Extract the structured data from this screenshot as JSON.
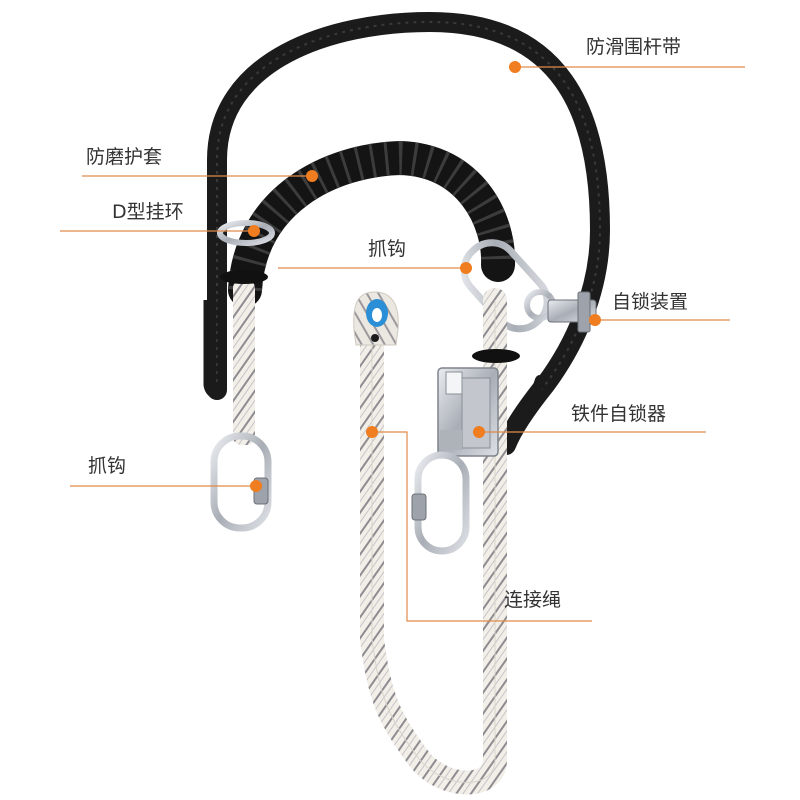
{
  "colors": {
    "accent": "#f07d1f",
    "leader_line": "#e08a4a",
    "text": "#333333",
    "strap": "#1b1b1b",
    "rope": "#f2efe9",
    "rope_pattern": "#3a3a48",
    "metal": "#b4b8bf"
  },
  "labels": {
    "pole_strap": "防滑围杆带",
    "wear_sleeve": "防磨护套",
    "d_ring": "D型挂环",
    "hook_top": "抓钩",
    "self_lock_device": "自锁装置",
    "iron_self_locker": "铁件自锁器",
    "hook_left": "抓钩",
    "connecting_rope": "连接绳"
  }
}
